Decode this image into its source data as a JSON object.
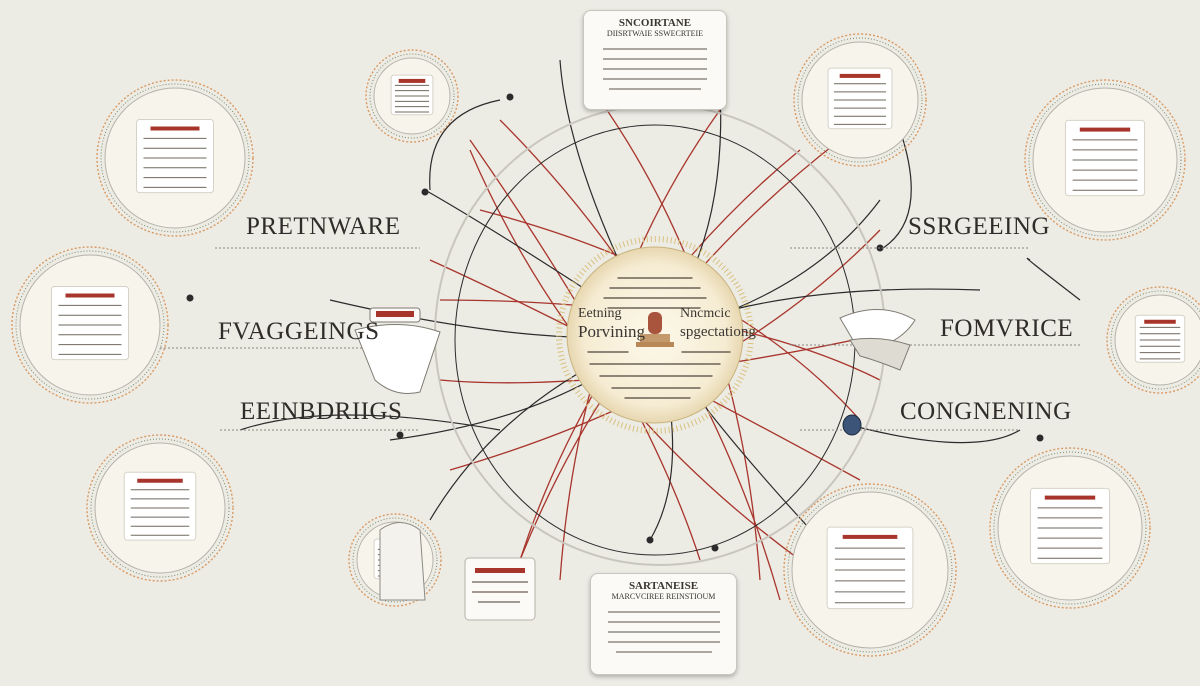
{
  "labels": {
    "left_top": "PRETNWARE",
    "left_mid": "FVAGGEINGS",
    "left_bottom": "EEINBDRIIGS",
    "right_top": "SSRGEEING",
    "right_mid": "FOMVRICE",
    "right_bottom": "CONGNENING"
  },
  "top_card": {
    "title_line1": "SNCOIRTANE",
    "title_line2": "DIISRTWAIE SSWECRTEIE"
  },
  "bottom_card": {
    "title_line1": "SARTANEISE",
    "title_line2": "MARCVCIREE REINSTIOUM"
  },
  "hub": {
    "left_word": "Porvining",
    "right_word": "spgectationg",
    "top_left_word": "Eetning",
    "top_right_word": "Nncmcic"
  },
  "colors": {
    "background": "#ecebe4",
    "line_red": "#a8352c",
    "line_dark": "#2c2a2a",
    "line_light": "#c9c6bd",
    "hub_fill": "#f6ecd3"
  }
}
